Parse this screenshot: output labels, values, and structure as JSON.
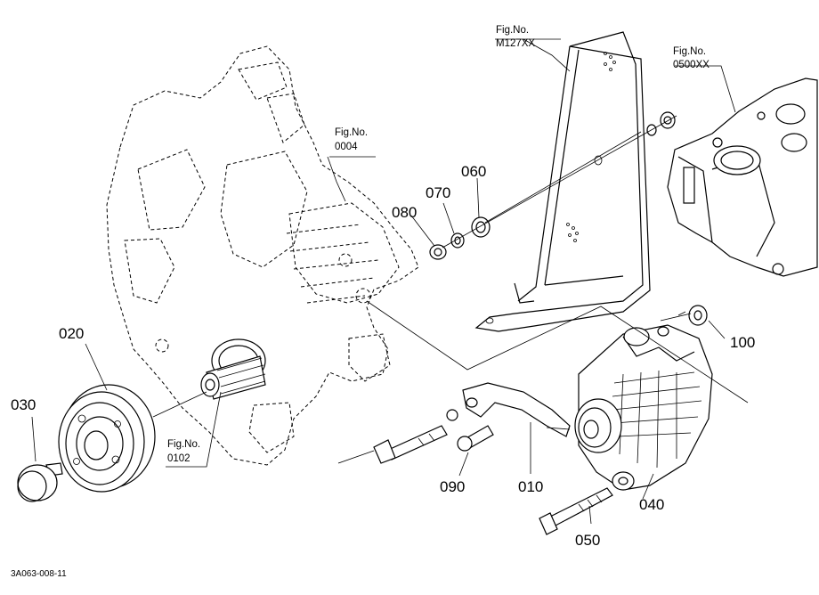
{
  "fig_refs": [
    {
      "line1": "Fig.No.",
      "line2": "M127XX"
    },
    {
      "line1": "Fig.No.",
      "line2": "0500XX"
    },
    {
      "line1": "Fig.No.",
      "line2": "0004"
    },
    {
      "line1": "Fig.No.",
      "line2": "0102"
    }
  ],
  "part_labels": [
    "010",
    "020",
    "030",
    "040",
    "050",
    "060",
    "070",
    "080",
    "090",
    "100"
  ],
  "drawing_code": "3A063-008-11"
}
